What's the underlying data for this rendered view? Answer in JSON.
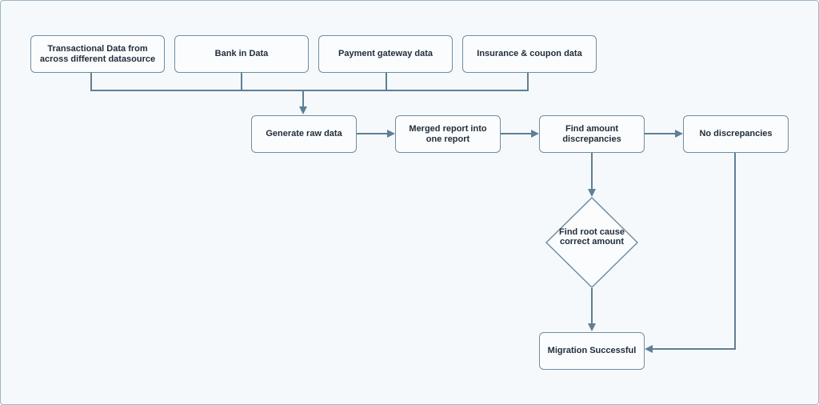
{
  "nodes": {
    "transactional": "Transactional Data from across different datasource",
    "bank": "Bank in Data",
    "gateway": "Payment gateway data",
    "insurance": "Insurance & coupon data",
    "raw": "Generate raw data",
    "merged": "Merged report into one report",
    "find_amount": "Find amount discrepancies",
    "no_disc": "No discrepancies",
    "root_cause": "Find root cause correct amount",
    "success": "Migration Successful"
  },
  "colors": {
    "line": "#5f7f94",
    "border": "#6f8da1",
    "background": "#f6f9fc"
  }
}
